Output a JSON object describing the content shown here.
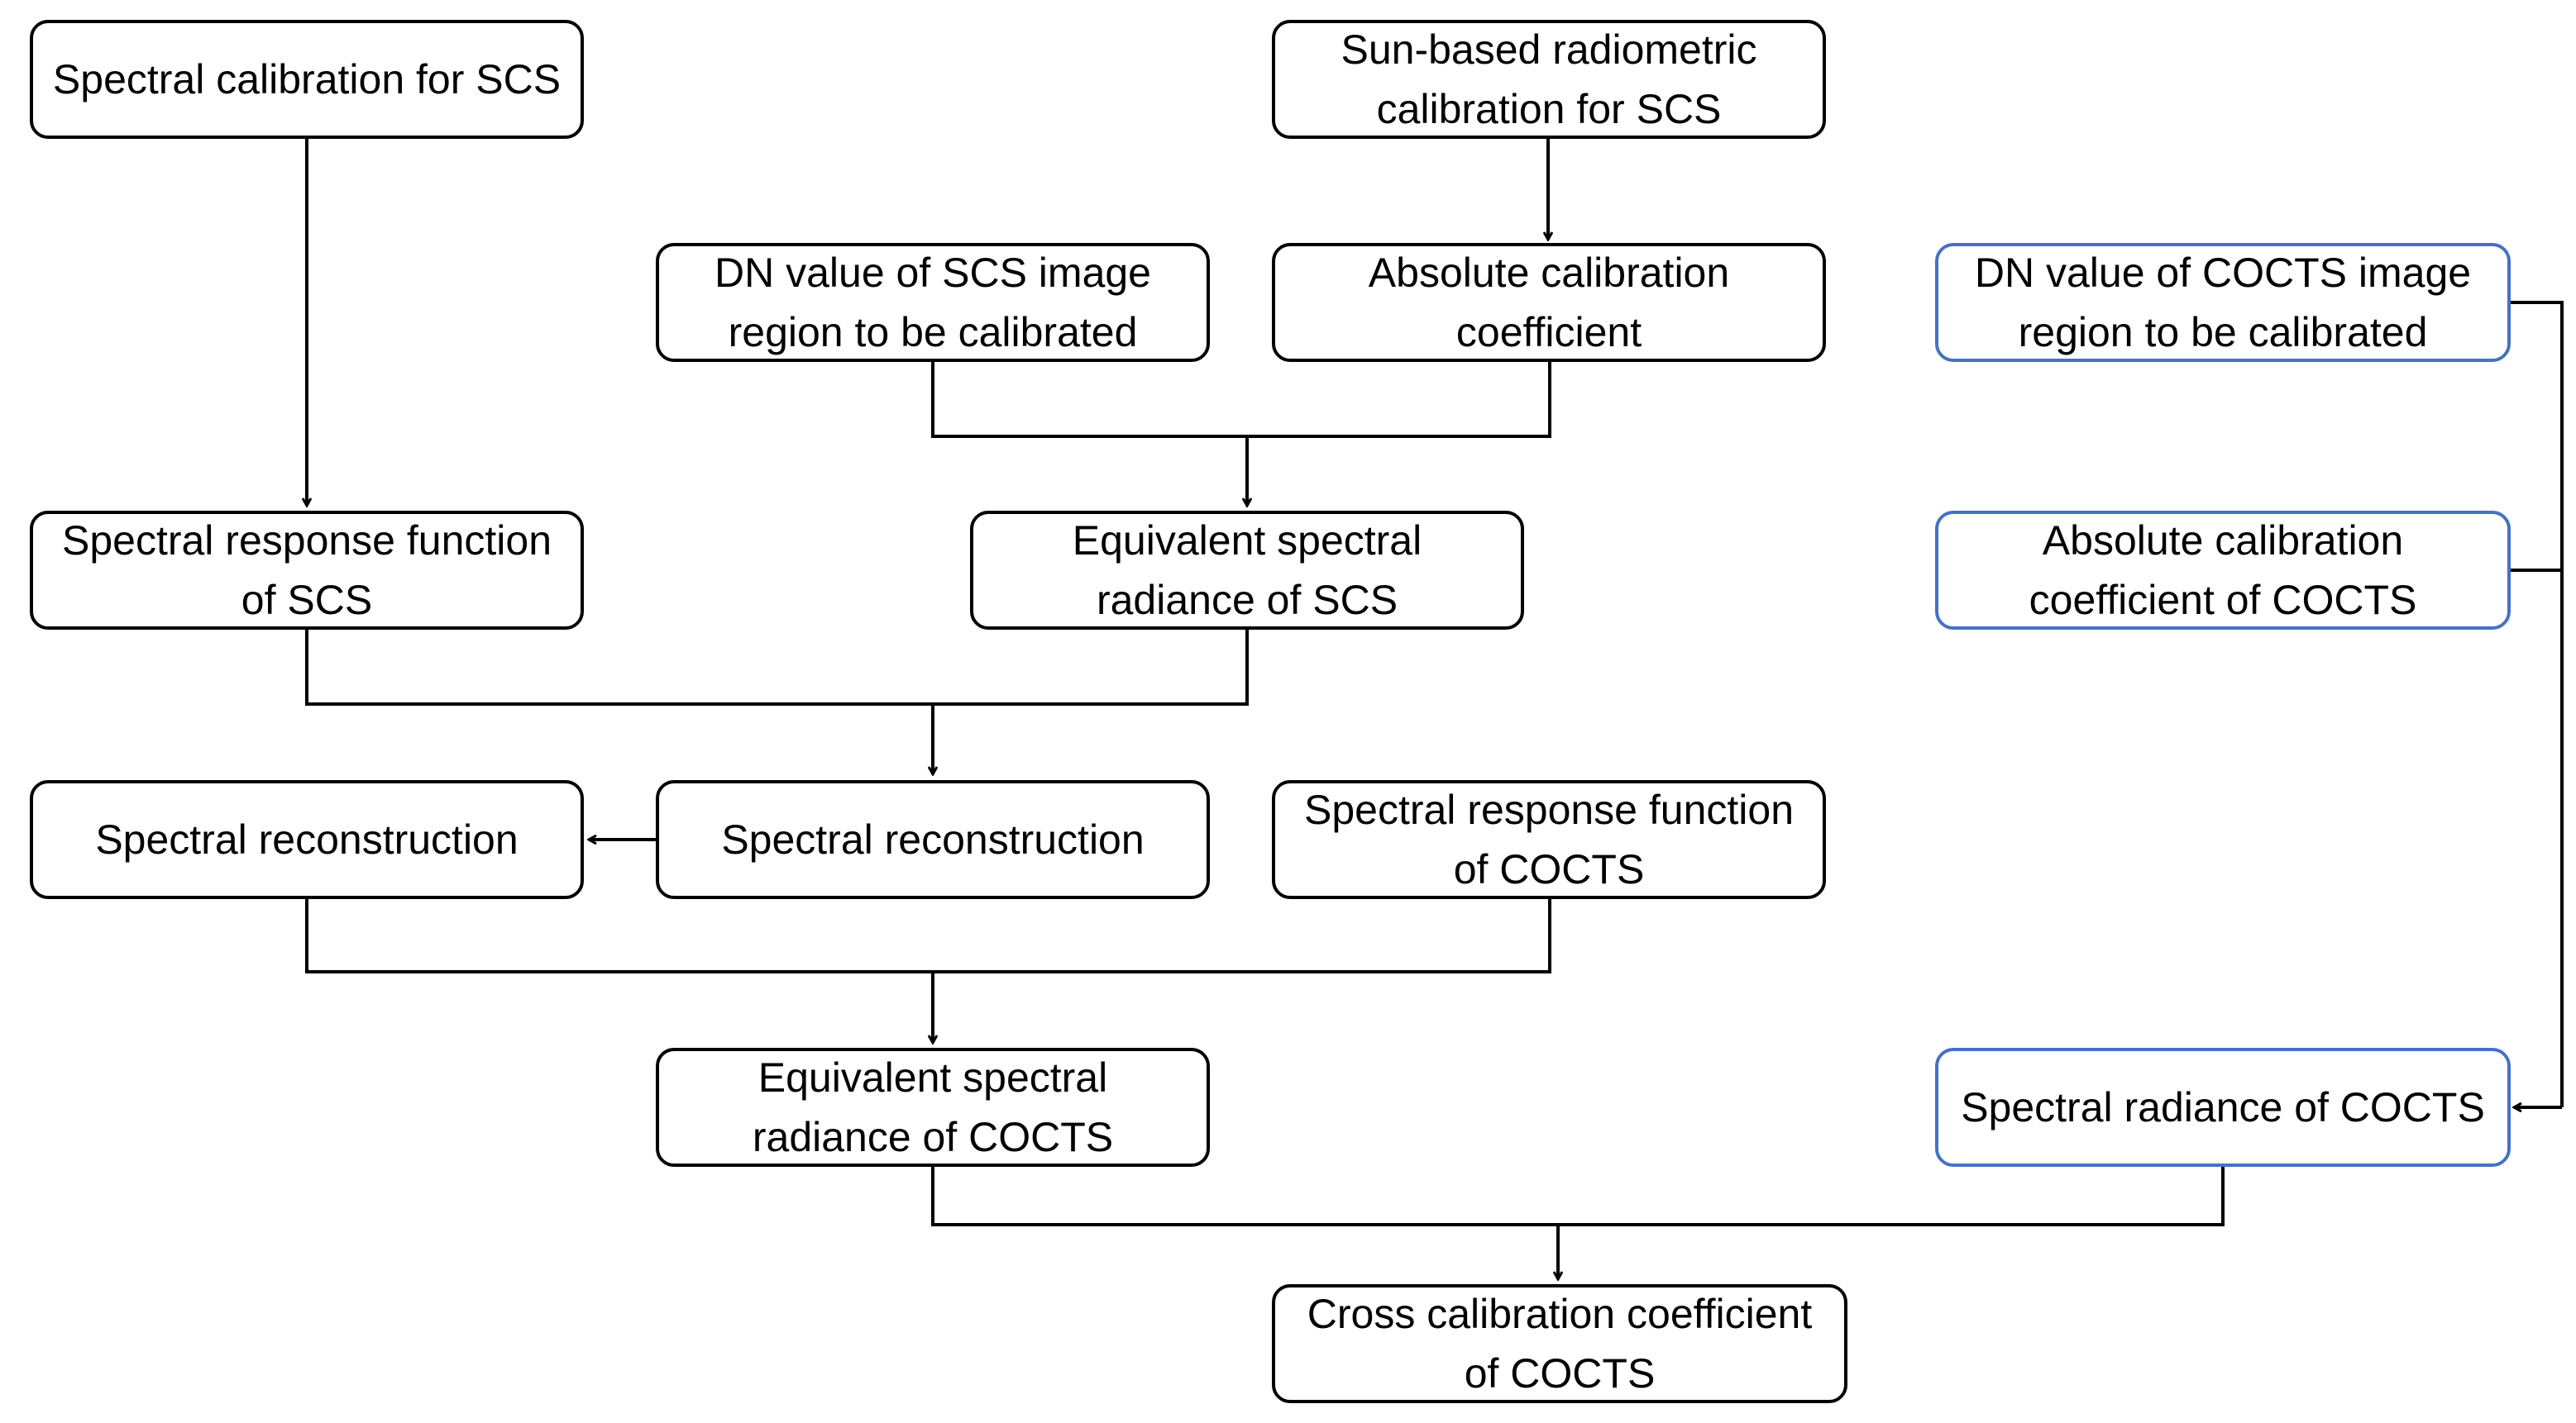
{
  "colors": {
    "line": "#000000",
    "box_border": "#000000",
    "cocts_input_border": "#4472c4",
    "background": "#ffffff"
  },
  "nodes": {
    "spectral_calibration_scs": "Spectral calibration for SCS",
    "sun_based_radiometric": "Sun-based radiometric calibration for SCS",
    "dn_value_scs": "DN value of SCS image region to be calibrated",
    "absolute_calibration_coefficient": "Absolute calibration coefficient",
    "dn_value_cocts": "DN value of COCTS image region to be calibrated",
    "spectral_response_scs": "Spectral response function of SCS",
    "equivalent_radiance_scs": "Equivalent spectral radiance of SCS",
    "absolute_calibration_cocts": "Absolute calibration coefficient of  COCTS",
    "spectral_reconstruction_left": "Spectral reconstruction",
    "spectral_reconstruction_center": "Spectral reconstruction",
    "spectral_response_cocts": "Spectral response function of COCTS",
    "equivalent_radiance_cocts": "Equivalent spectral radiance of COCTS",
    "spectral_radiance_cocts": "Spectral radiance of COCTS",
    "cross_calibration_coefficient": "Cross calibration coefficient of COCTS"
  }
}
